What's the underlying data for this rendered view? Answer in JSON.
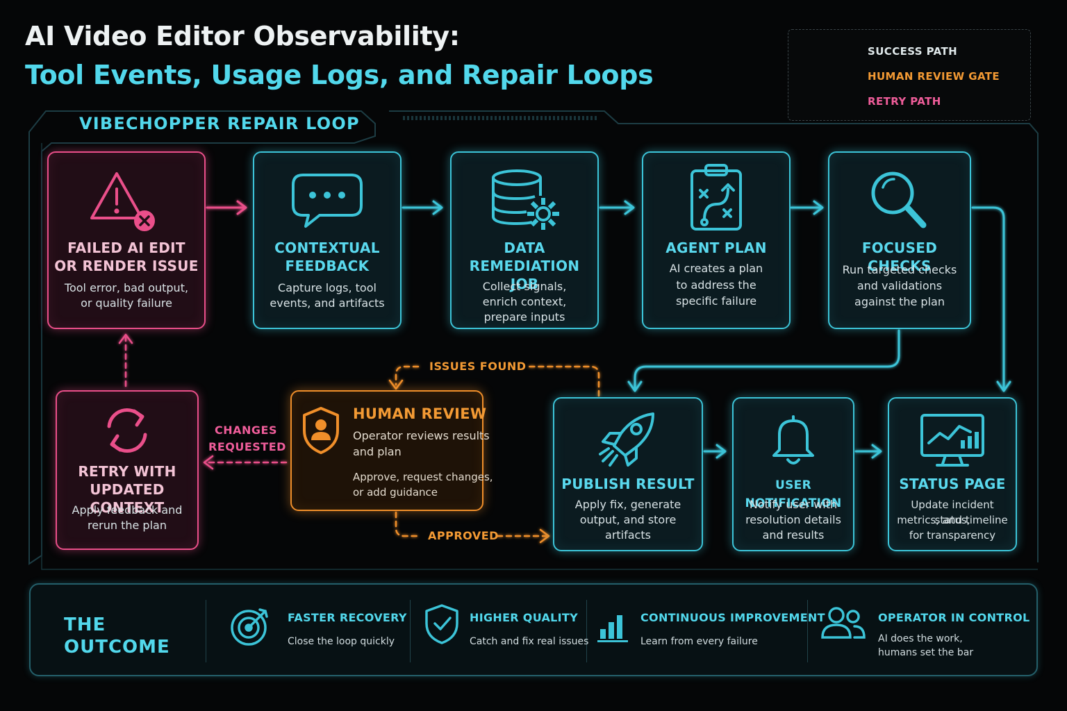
{
  "header": {
    "title_line1": "AI Video Editor Observability:",
    "title_line2": "Tool Events, Usage Logs, and Repair Loops"
  },
  "legend": {
    "success": "SUCCESS PATH",
    "human_review": "HUMAN REVIEW GATE",
    "retry": "RETRY PATH"
  },
  "section": {
    "label": "VIBECHOPPER REPAIR LOOP"
  },
  "nodes": {
    "failed": {
      "title_line1": "FAILED AI EDIT",
      "title_line2": "OR RENDER ISSUE",
      "desc_line1": "Tool error, bad output,",
      "desc_line2": "or quality failure"
    },
    "feedback": {
      "title_line1": "CONTEXTUAL",
      "title_line2": "FEEDBACK",
      "desc_line1": "Capture logs, tool",
      "desc_line2": "events, and artifacts"
    },
    "remediation": {
      "title_line1": "DATA",
      "title_line2": "REMEDIATION JOB",
      "desc_line1": "Collect signals,",
      "desc_line2": "enrich context,",
      "desc_line3": "prepare inputs"
    },
    "plan": {
      "title": "AGENT PLAN",
      "desc_line1": "AI creates a plan",
      "desc_line2": "to address the",
      "desc_line3": "specific failure"
    },
    "checks": {
      "title": "FOCUSED CHECKS",
      "desc_line1": "Run targeted checks",
      "desc_line2": "and validations",
      "desc_line3": "against the plan"
    },
    "retry": {
      "title_line1": "RETRY WITH",
      "title_line2": "UPDATED CONTEXT",
      "desc_line1": "Apply feedback and",
      "desc_line2": "rerun the plan"
    },
    "review": {
      "title": "HUMAN REVIEW",
      "desc_line1": "Operator reviews results",
      "desc_line2": "and plan",
      "desc_line3": "Approve, request changes,",
      "desc_line4": "or add guidance"
    },
    "publish": {
      "title": "PUBLISH RESULT",
      "desc_line1": "Apply fix, generate",
      "desc_line2": "output, and store",
      "desc_line3": "artifacts"
    },
    "notify": {
      "title": "USER NOTIFICATION",
      "desc_line1": "Notify user with",
      "desc_line2": "resolution details",
      "desc_line3": "and results"
    },
    "status": {
      "title": "STATUS PAGE",
      "desc_line1": "Update incident status,",
      "desc_line2": "metrics, and timeline",
      "desc_line3": "for transparency"
    }
  },
  "flow_labels": {
    "issues_found": "ISSUES FOUND",
    "approved": "APPROVED",
    "changes_line1": "CHANGES",
    "changes_line2": "REQUESTED"
  },
  "outcome": {
    "heading_line1": "THE",
    "heading_line2": "OUTCOME",
    "items": [
      {
        "title": "FASTER RECOVERY",
        "desc_line1": "Close the loop quickly",
        "icon": "target-icon"
      },
      {
        "title": "HIGHER QUALITY",
        "desc_line1": "Catch and fix real issues",
        "icon": "shield-check-icon"
      },
      {
        "title": "CONTINUOUS IMPROVEMENT",
        "desc_line1": "Learn from every failure",
        "icon": "bar-chart-icon"
      },
      {
        "title": "OPERATOR IN CONTROL",
        "desc_line1": "AI does the work,",
        "desc_line2": "humans set the bar",
        "icon": "users-icon"
      }
    ]
  },
  "colors": {
    "success": "#3cc4d8",
    "review": "#f08f2a",
    "retry": "#ea4f8a"
  }
}
